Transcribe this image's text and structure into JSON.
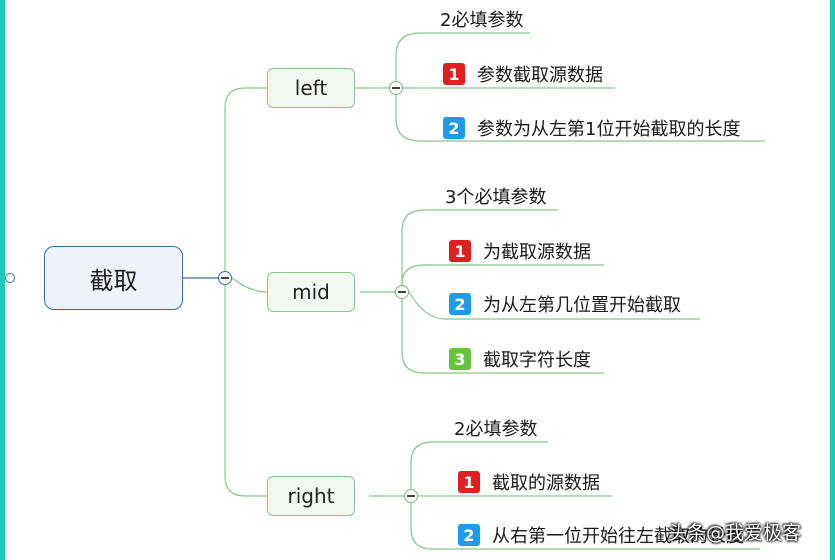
{
  "root": {
    "label": "截取"
  },
  "branches": [
    {
      "label": "left",
      "children": [
        {
          "text": "2必填参数"
        },
        {
          "badge": "1",
          "text": "参数截取源数据"
        },
        {
          "badge": "2",
          "text": "参数为从左第1位开始截取的长度"
        }
      ]
    },
    {
      "label": "mid",
      "children": [
        {
          "text": "3个必填参数"
        },
        {
          "badge": "1",
          "text": "为截取源数据"
        },
        {
          "badge": "2",
          "text": "为从左第几位置开始截取"
        },
        {
          "badge": "3",
          "text": "截取字符长度"
        }
      ]
    },
    {
      "label": "right",
      "children": [
        {
          "text": "2必填参数"
        },
        {
          "badge": "1",
          "text": "截取的源数据"
        },
        {
          "badge": "2",
          "text": "从右第一位开始往左截取的长度"
        }
      ]
    }
  ],
  "watermark": "头条@我爱极客",
  "colors": {
    "frame": "#1fc7b6",
    "root_border": "#3d6c9c",
    "root_fill": "#eef3fa",
    "branch_border": "#89c48f",
    "branch_fill": "#f0f8f0",
    "badge_1": "#e02020",
    "badge_2": "#1e9be8",
    "badge_3": "#65c43a"
  }
}
